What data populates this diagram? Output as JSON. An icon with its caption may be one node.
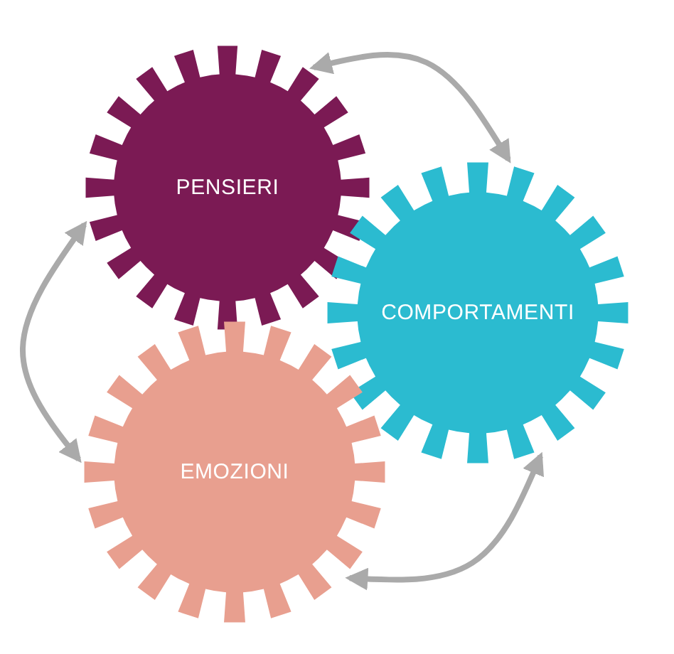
{
  "diagram": {
    "nodes": [
      {
        "text": [
          "PENSIERI"
        ]
      },
      {
        "text": [
          "COMPORTAMENTI"
        ]
      },
      {
        "text": [
          "EMOZIONI"
        ]
      }
    ],
    "edges": [
      {
        "from": 0,
        "to": 1,
        "arrow": "both"
      },
      {
        "from": 0,
        "to": 2,
        "arrow": "both"
      },
      {
        "from": 2,
        "to": 1,
        "arrow": "both"
      }
    ]
  }
}
